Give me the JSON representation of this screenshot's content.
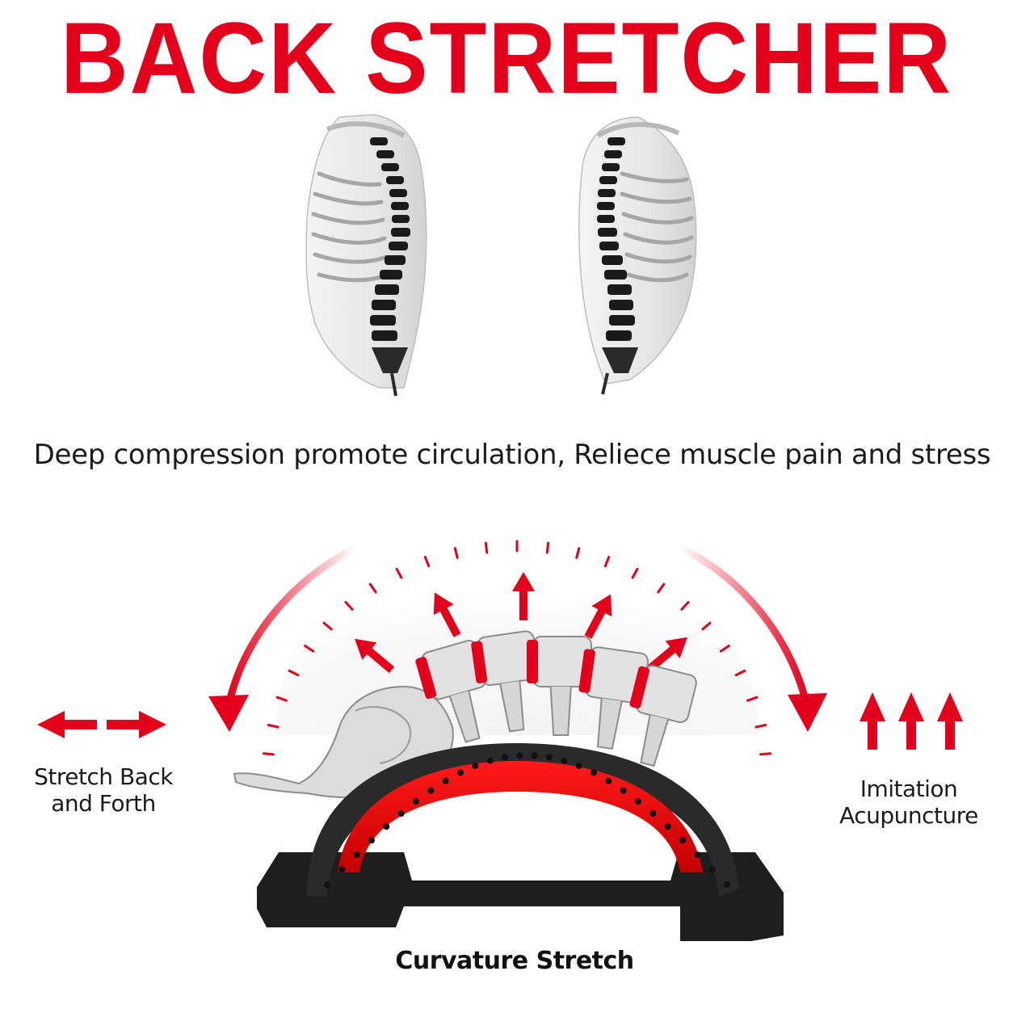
{
  "title": "BACK STRETCHER",
  "tagline": "Deep compression promote circulation, Reliece muscle pain and stress",
  "features": {
    "left": {
      "line1": "Stretch Back",
      "line2": "and Forth"
    },
    "right": {
      "line1": "Imitation",
      "line2": "Acupuncture"
    }
  },
  "caption": "Curvature Stretch",
  "colors": {
    "accent": "#e4001b",
    "text": "#1b1b1b",
    "device_body": "#1e1e1e"
  },
  "icons": [
    "double-arrow-icon",
    "up-arrows-icon",
    "curved-arrow-icon",
    "radial-arrow-icon"
  ]
}
